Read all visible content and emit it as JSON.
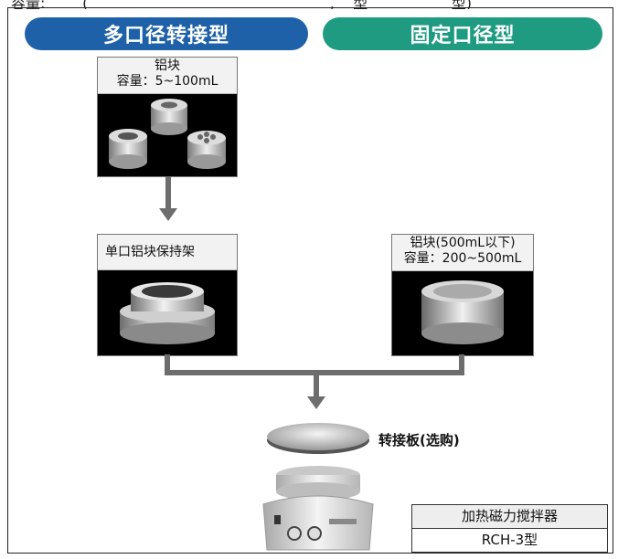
{
  "top_caption": "容量:        (                                                    ,    型                  型)",
  "header": {
    "left_title": "多口径转接型",
    "right_title": "固定口径型",
    "left_color": "#1f61a8",
    "right_color": "#1f9b82"
  },
  "cards": {
    "multi_block": {
      "title": "铝块",
      "capacity": "容量：5~100mL"
    },
    "holder": {
      "title": "单口铝块保持架"
    },
    "fixed_block": {
      "title": "铝块(500mL以下)",
      "capacity": "容量：200~500mL"
    }
  },
  "adapter_label": "转接板(选购)",
  "device_box": {
    "name": "加热磁力搅拌器",
    "model": "RCH-3型"
  }
}
